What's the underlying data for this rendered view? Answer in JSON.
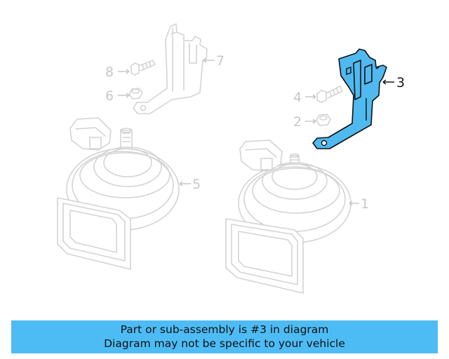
{
  "diagram": {
    "callouts": {
      "part_1": "1",
      "part_2": "2",
      "part_3": "3",
      "part_4": "4",
      "part_5": "5",
      "part_6": "6",
      "part_7": "7",
      "part_8": "8"
    },
    "highlighted_part": "3",
    "highlight_color": "#4fb9f0",
    "ghost_color": "#d4d4d4"
  },
  "banner": {
    "line1": "Part or sub-assembly is #3 in diagram",
    "line2": "Diagram may not be specific to your vehicle",
    "background": "#4dbcf5"
  }
}
